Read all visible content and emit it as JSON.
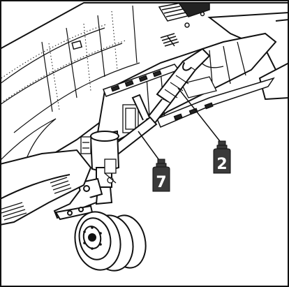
{
  "illustration": {
    "subject": "aircraft-main-landing-gear-assembly",
    "colors": {
      "line": "#111111",
      "fill": "#ffffff",
      "callout_fill": "#3a3a3a",
      "callout_text": "#ffffff",
      "frame": "#111111"
    },
    "callouts": [
      {
        "label": "7",
        "icon": "paint-bottle-icon"
      },
      {
        "label": "2",
        "icon": "paint-bottle-icon"
      }
    ]
  }
}
